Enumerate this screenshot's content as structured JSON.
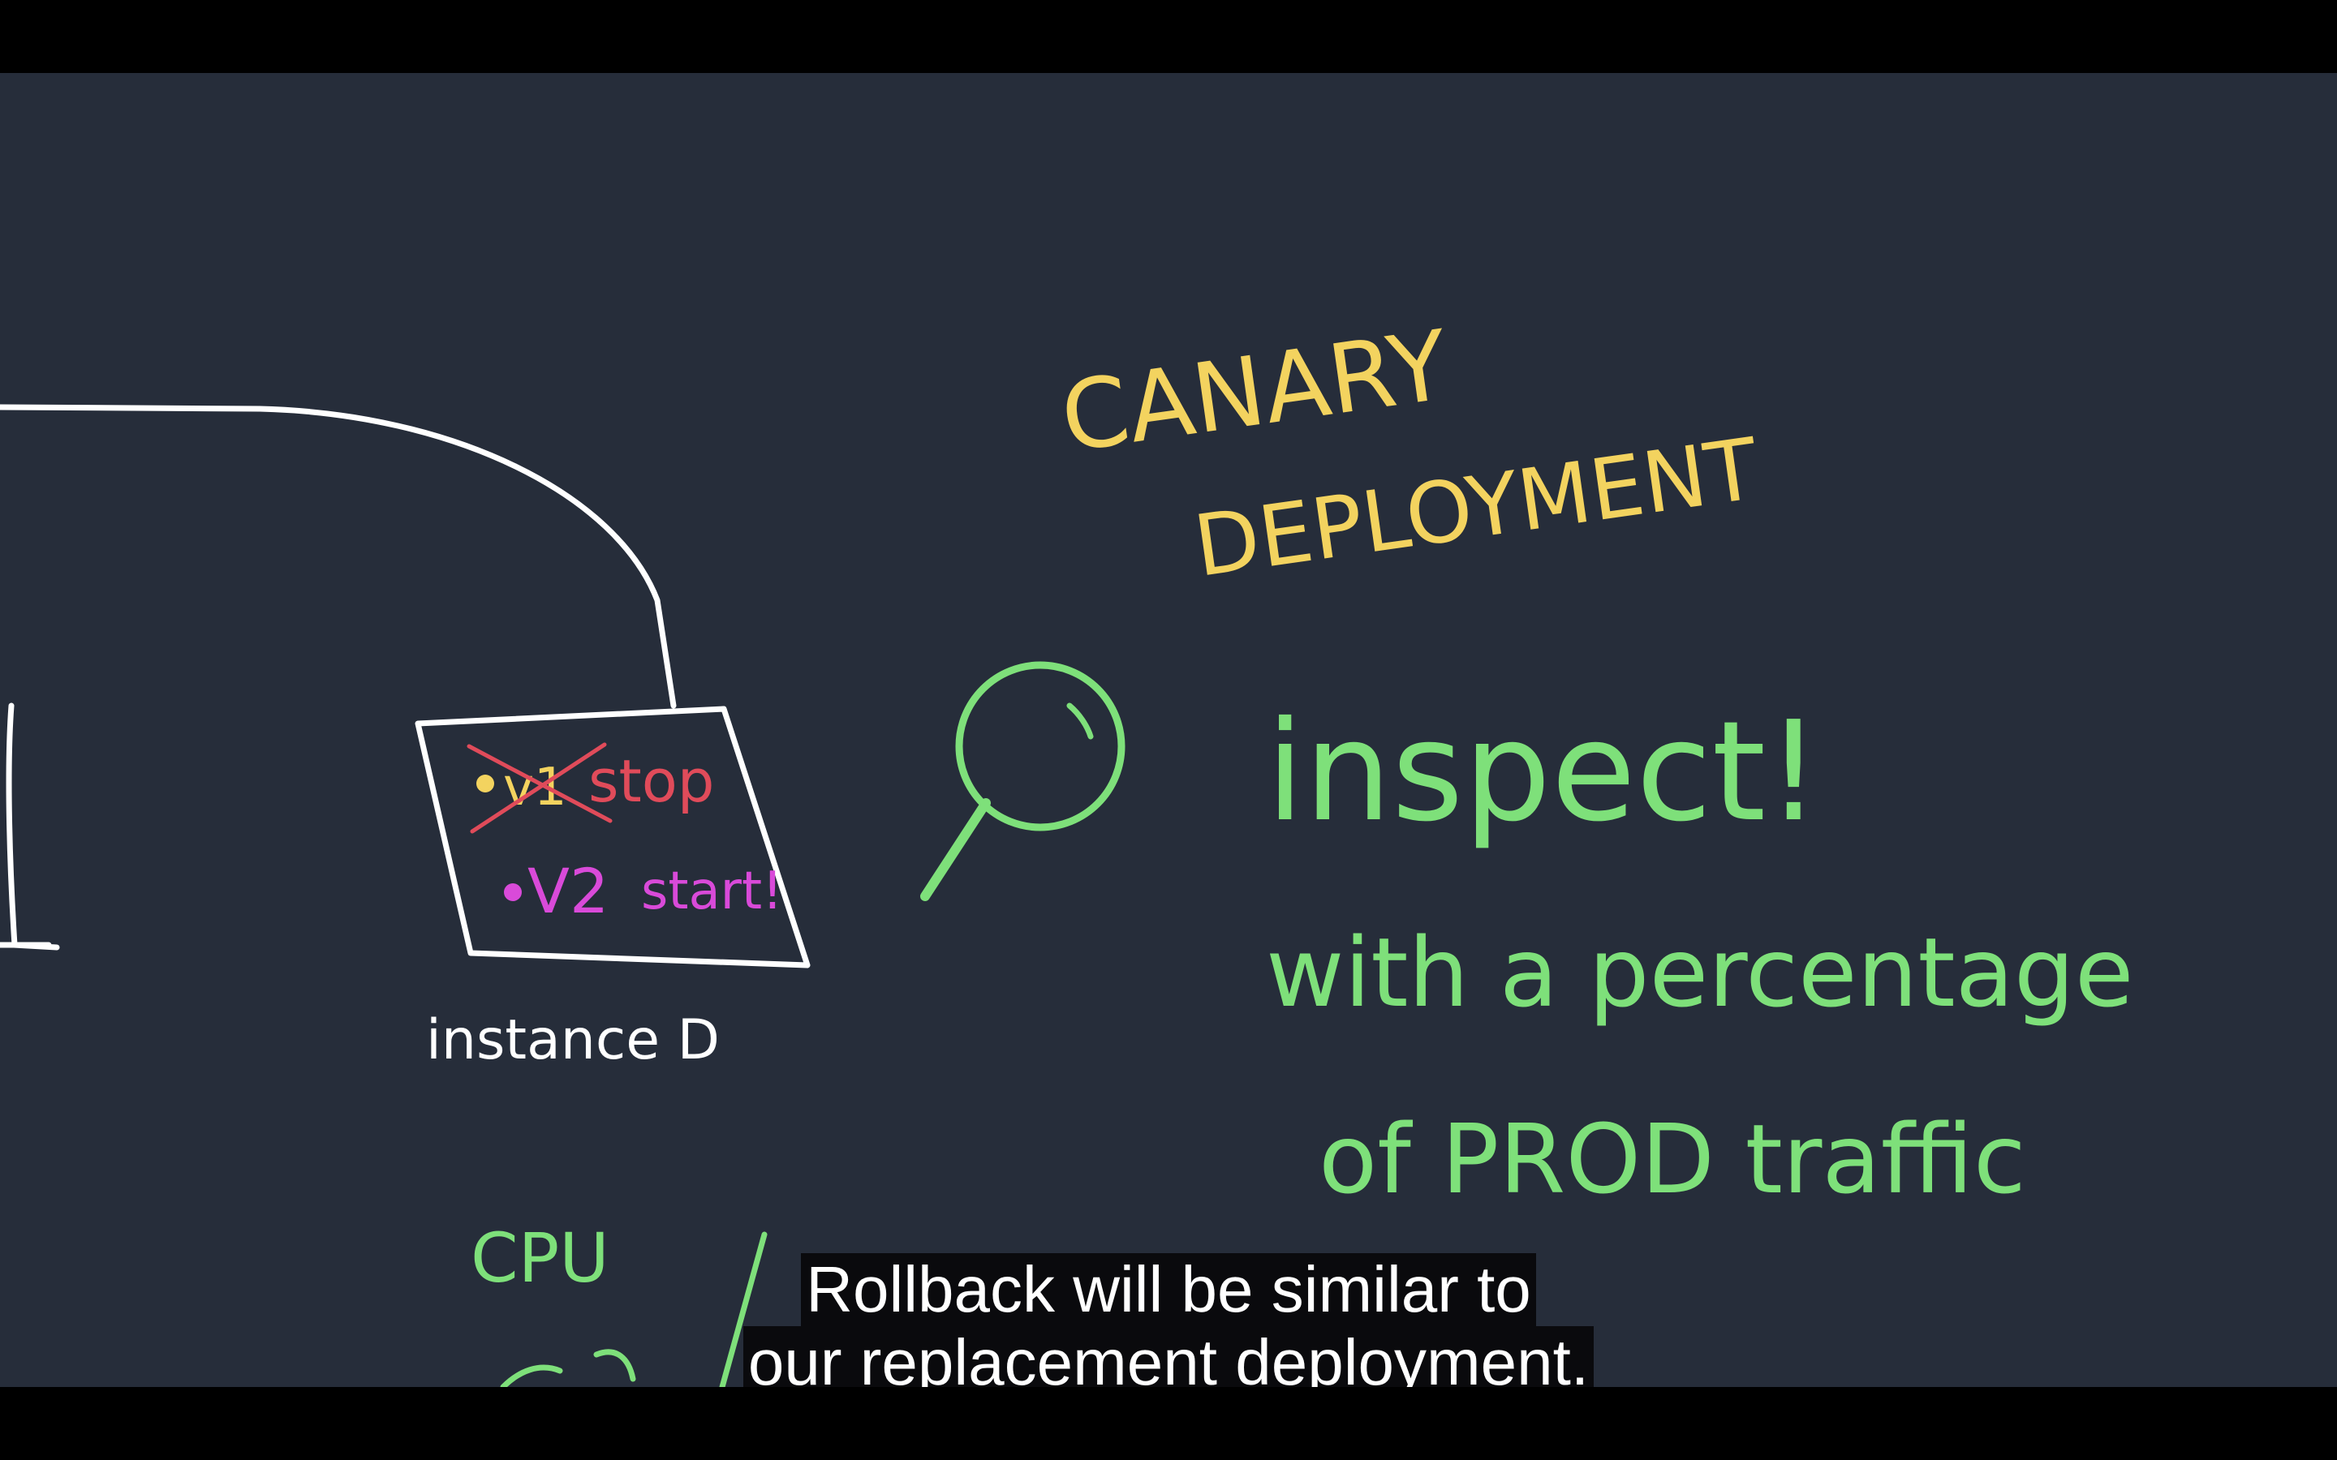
{
  "video": {
    "colors": {
      "board": "#262d3a",
      "letterbox": "#000000",
      "chalk_white": "#ffffff",
      "chalk_yellow": "#f3d35f",
      "chalk_green": "#7ee07a",
      "chalk_red": "#e04b5a",
      "chalk_magenta": "#d94ad9"
    },
    "board": {
      "title_line1": "CANARY",
      "title_line2": "DEPLOYMENT",
      "inspect_text": "inspect!",
      "percentage_line1": "with a percentage",
      "percentage_line2": "of PROD traffic",
      "instance_label": "instance D",
      "box_item1_version": "v1",
      "box_item1_action": "stop",
      "box_item2_version": "V2",
      "box_item2_action": "start!",
      "cpu_label": "CPU",
      "magnifier_icon": "magnifying-glass-icon"
    },
    "subtitle": {
      "line1": "Rollback will be similar to",
      "line2": "our replacement deployment."
    }
  }
}
